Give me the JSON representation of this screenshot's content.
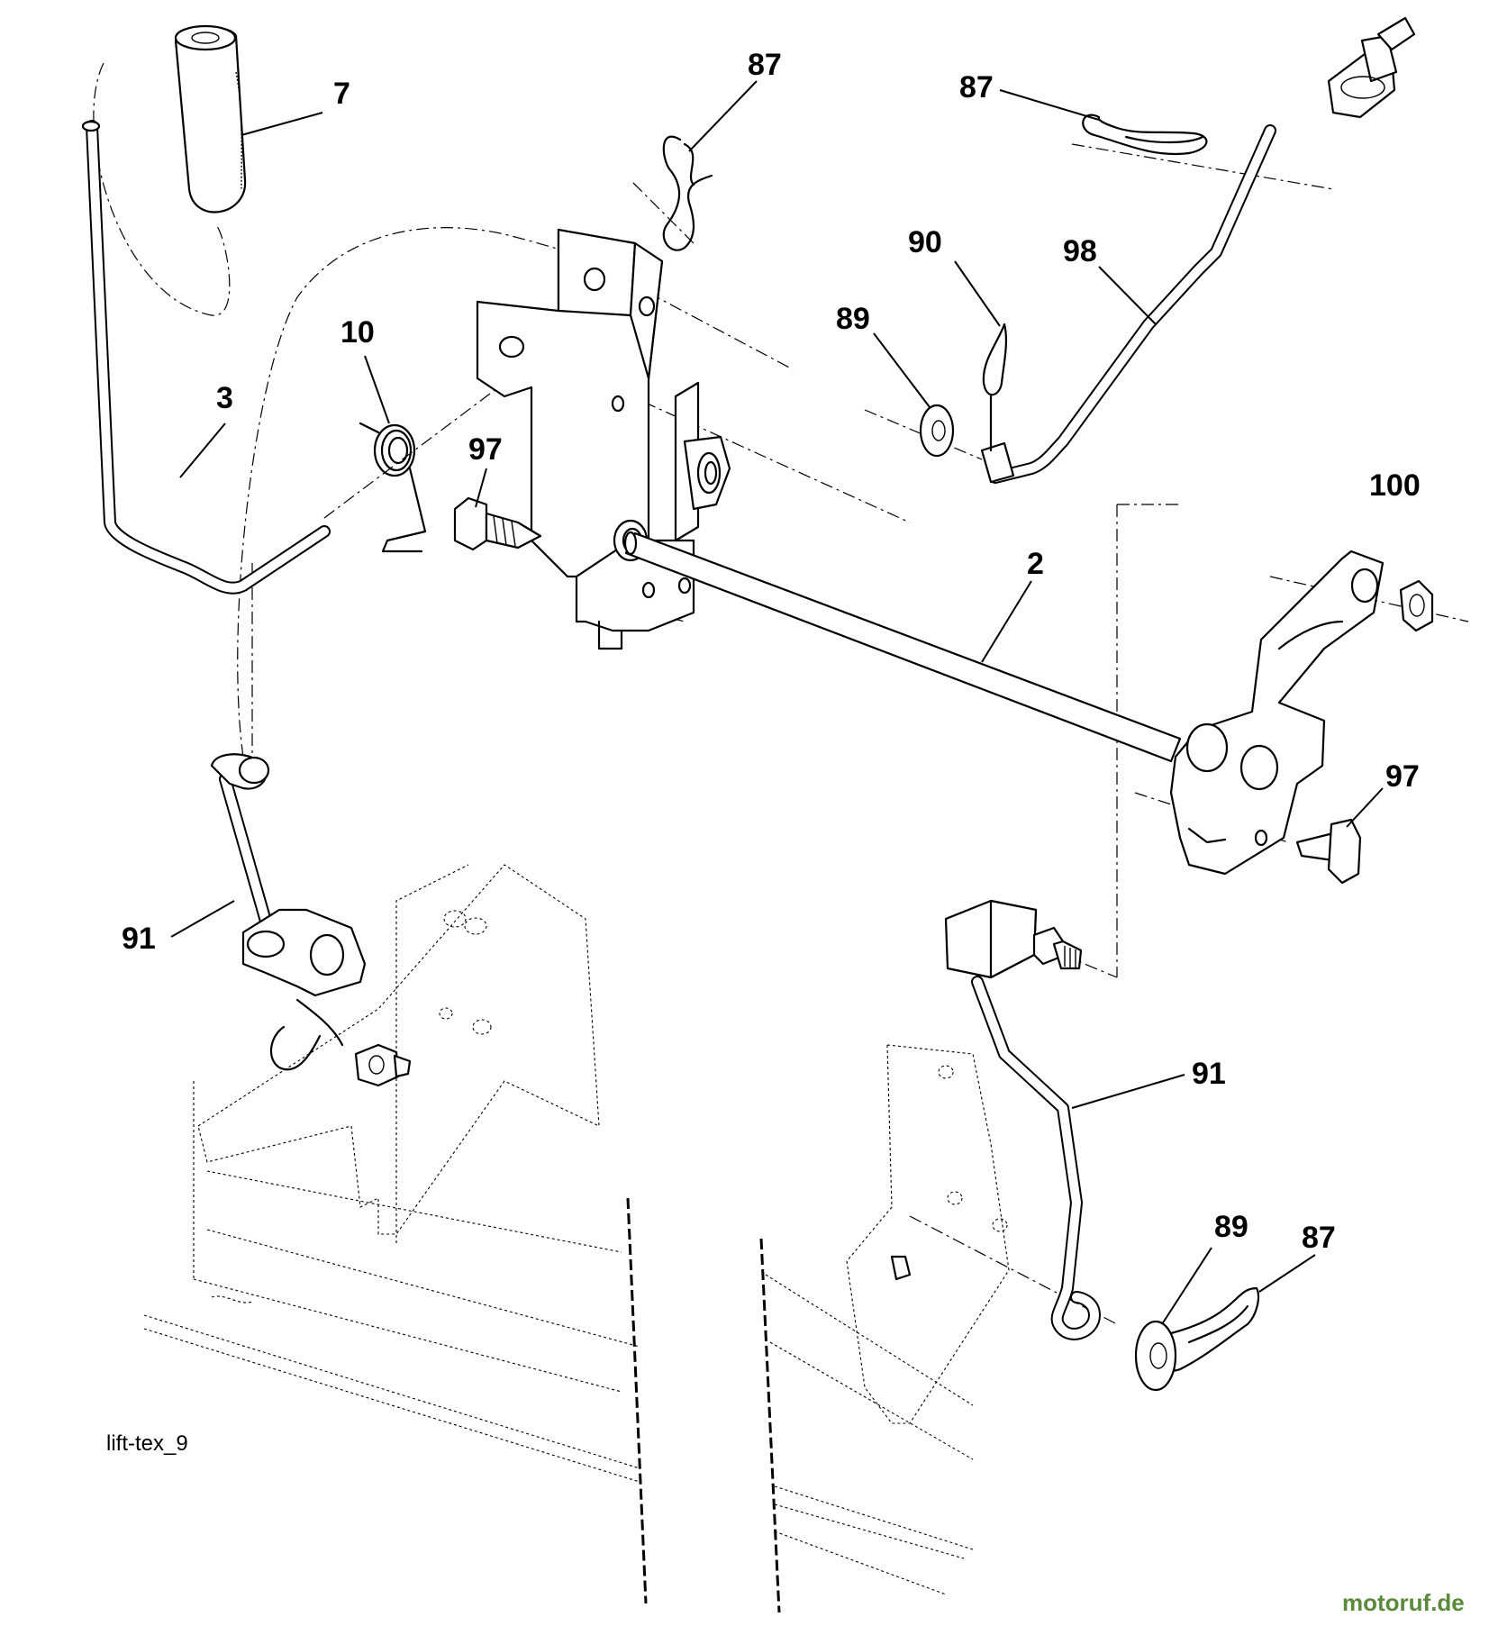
{
  "diagram": {
    "drawing_id": "lift-tex_9",
    "watermark": "motoruf.de",
    "callouts": {
      "handle_grip": "7",
      "lift_handle_rod": "3",
      "spring": "10",
      "bolt_bracket": "97",
      "bolt_right": "97",
      "clip_top": "87",
      "clip_upper_right": "87",
      "clip_lower_right": "87",
      "washer_upper": "89",
      "washer_lower": "89",
      "pin_clip": "90",
      "adjust_rod": "98",
      "lift_shaft": "2",
      "nut": "100",
      "lift_link_left": "91",
      "lift_link_right": "91"
    }
  }
}
